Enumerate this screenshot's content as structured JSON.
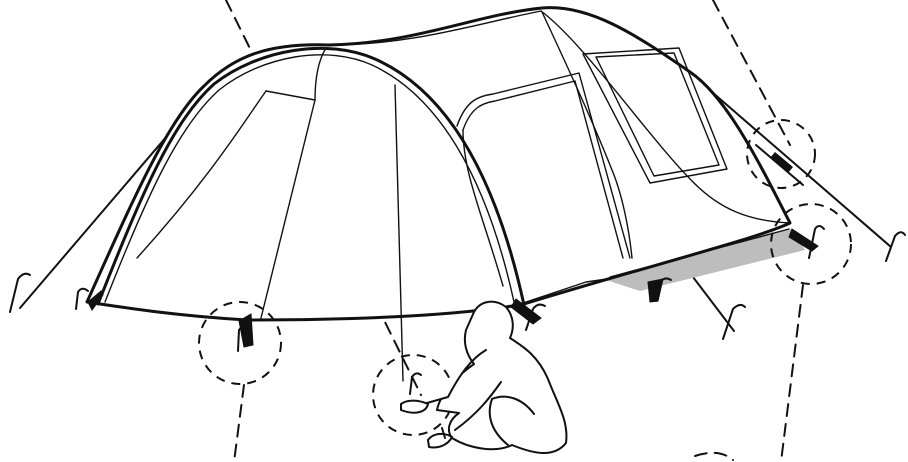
{
  "figure": {
    "subject": "tent-setup-illustration",
    "callouts": [
      {
        "name": "left-stake"
      },
      {
        "name": "front-pole-stake"
      },
      {
        "name": "guy-line-adjuster"
      },
      {
        "name": "right-stake"
      }
    ],
    "colors": {
      "line": "#111111",
      "background": "#ffffff",
      "floor_shadow": "#bdbdbd"
    }
  }
}
